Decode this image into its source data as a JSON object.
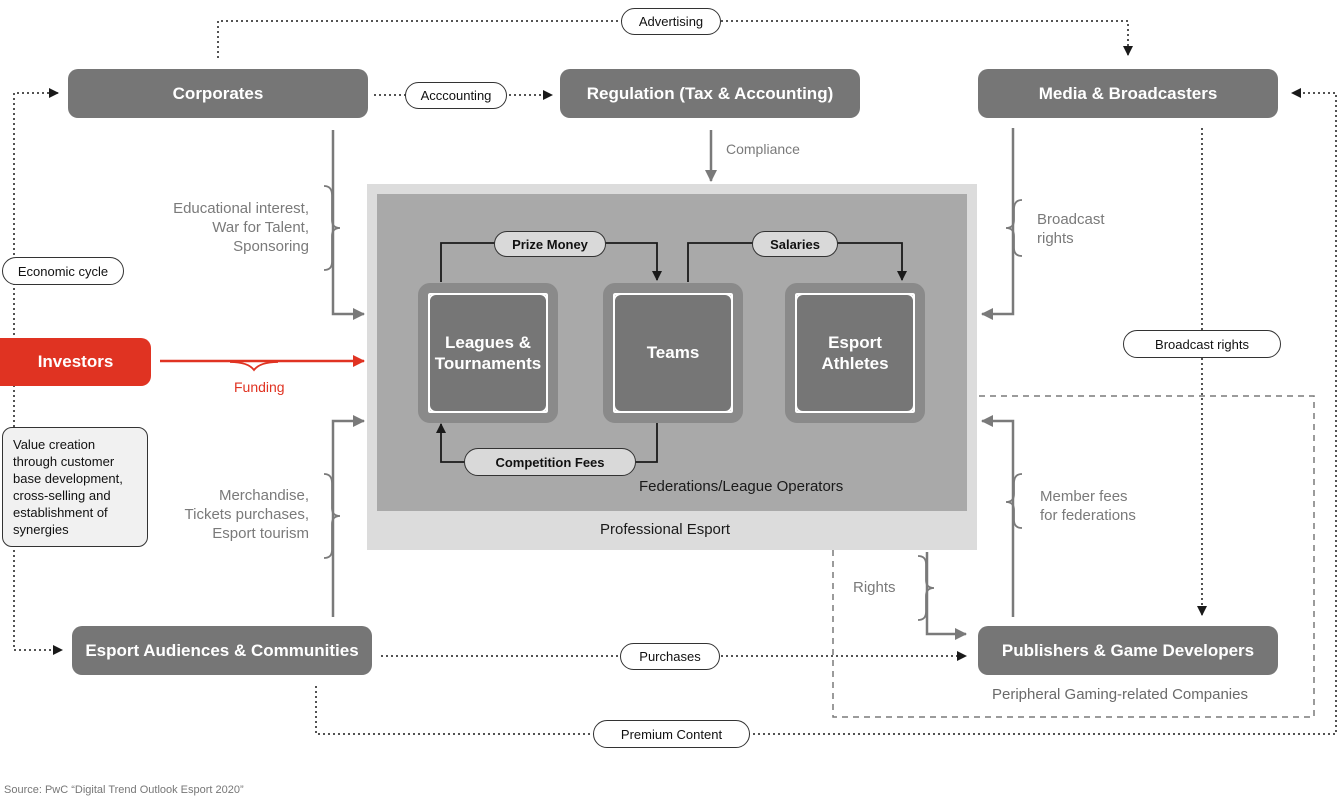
{
  "nodes": {
    "corporates": "Corporates",
    "regulation": "Regulation (Tax & Accounting)",
    "media": "Media & Broadcasters",
    "investors": "Investors",
    "audiences": "Esport Audiences & Communities",
    "publishers": "Publishers & Game Developers",
    "leagues": "Leagues & Tournaments",
    "teams": "Teams",
    "athletes": "Esport Athletes"
  },
  "pills": {
    "advertising": "Advertising",
    "accounting": "Acccounting",
    "economic_cycle": "Economic cycle",
    "prize_money": "Prize Money",
    "salaries": "Salaries",
    "competition_fees": "Competition Fees",
    "broadcast_rights": "Broadcast rights",
    "purchases": "Purchases",
    "premium_content": "Premium Content"
  },
  "labels": {
    "compliance": "Compliance",
    "corporate_flows": [
      "Educational interest,",
      "War for Talent,",
      "Sponsoring"
    ],
    "funding": "Funding",
    "audience_flows": [
      "Merchandise,",
      "Tickets purchases,",
      "Esport tourism"
    ],
    "broadcast": [
      "Broadcast",
      "rights"
    ],
    "member_fees": [
      "Member fees",
      "for federations"
    ],
    "rights": "Rights",
    "federations": "Federations/League Operators",
    "professional_esport": "Professional Esport",
    "peripheral": "Peripheral Gaming-related Companies",
    "value_creation": "Value creation through customer base development, cross-selling and establishment of synergies",
    "source": "Source: PwC “Digital Trend Outlook Esport 2020”"
  },
  "colors": {
    "node_gray": "#767676",
    "accent_red": "#e03322",
    "label_gray": "#7a7a7a",
    "outer_panel": "#dcdcdc",
    "inner_panel": "#a9a9a9"
  }
}
